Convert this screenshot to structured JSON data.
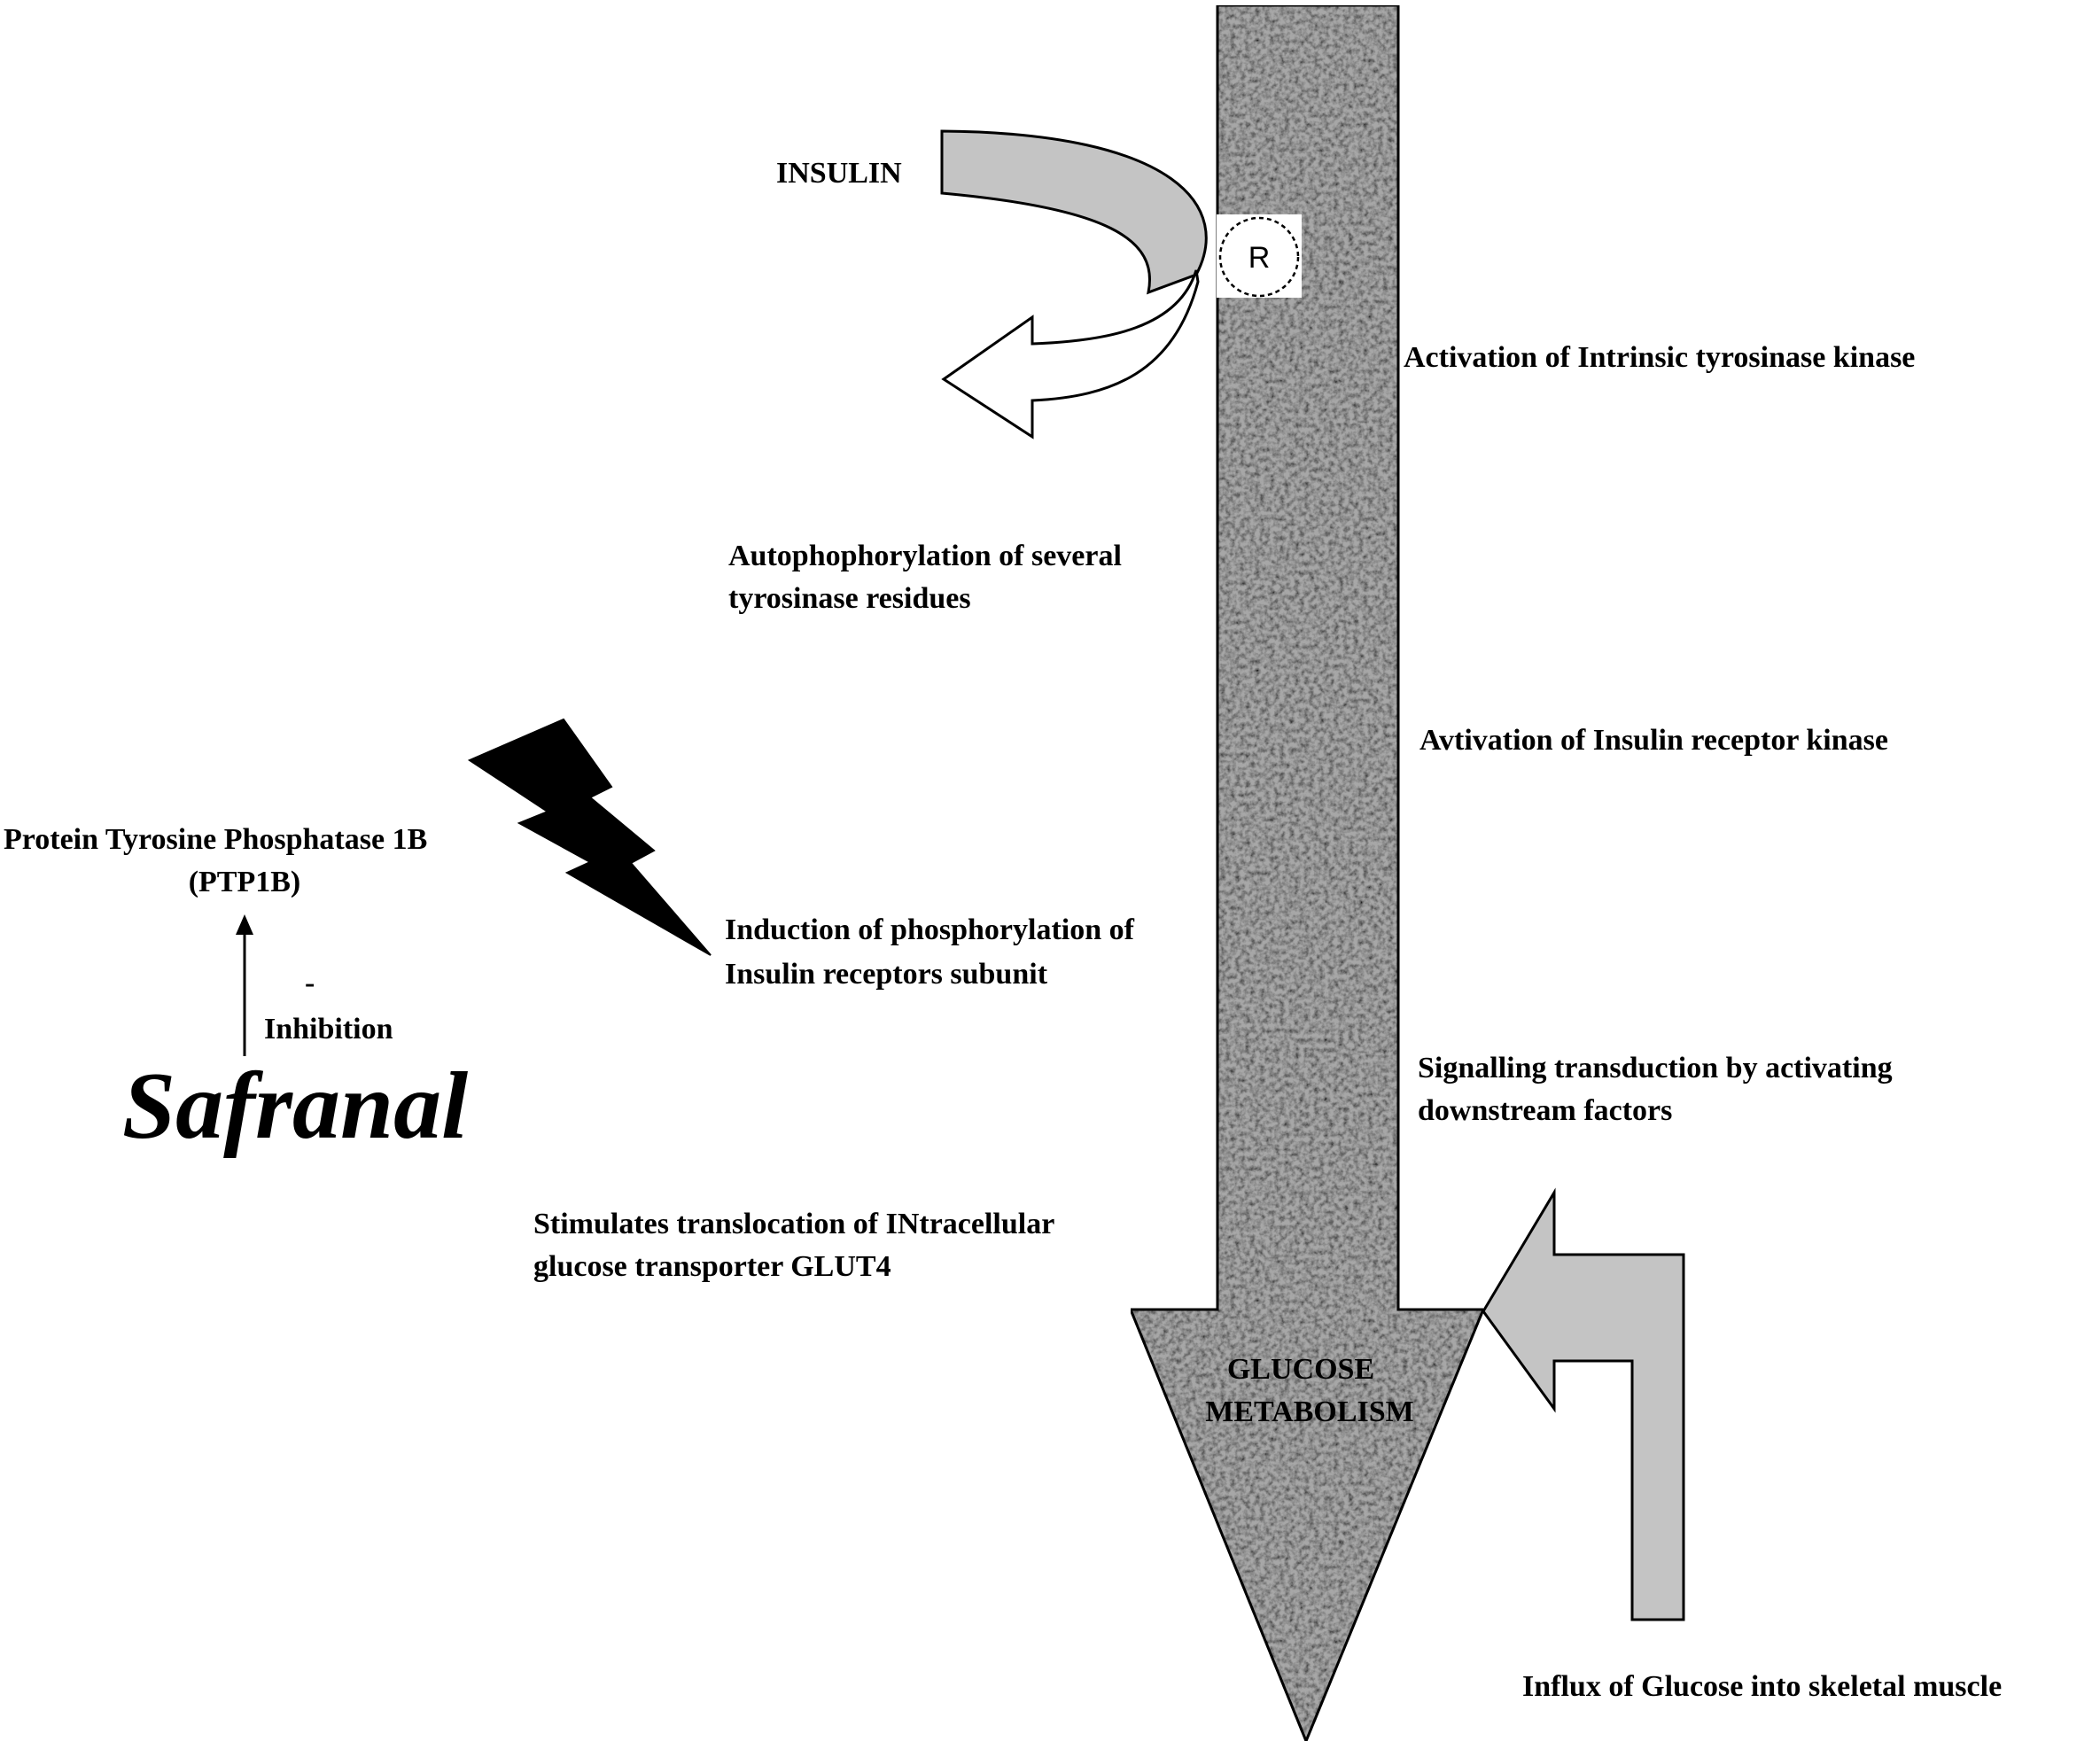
{
  "labels": {
    "insulin": "INSULIN",
    "receptor": "R",
    "activation_intrinsic": "Activation of Intrinsic tyrosinase kinase",
    "autophosphorylation_1": "Autophophorylation of several",
    "autophosphorylation_2": "tyrosinase residues",
    "activation_receptor_kinase": "Avtivation of  Insulin receptor kinase",
    "ptp1b_1": "Protein Tyrosine Phosphatase 1B",
    "ptp1b_2": "(PTP1B)",
    "induction_1": "Induction of phosphorylation of",
    "induction_2": "Insulin receptors  subunit",
    "minus_sign": "-",
    "inhibition": "Inhibition",
    "safranal": "Safranal",
    "signalling_1": "Signalling transduction by activating",
    "signalling_2": "downstream factors",
    "stimulates_1": "Stimulates translocation of INtracellular",
    "stimulates_2": "glucose transporter GLUT4",
    "glucose_1": "GLUCOSE",
    "glucose_2": "METABOLISM",
    "influx": "Influx of Glucose into skeletal muscle"
  },
  "colors": {
    "shaft_base": "#a7a7a7",
    "gray_arrow": "#c4c4c4",
    "stroke": "#000000",
    "bolt": "#000000"
  },
  "icons": {
    "bolt": "lightning-bolt-icon",
    "receptor": "receptor-circle-icon"
  }
}
